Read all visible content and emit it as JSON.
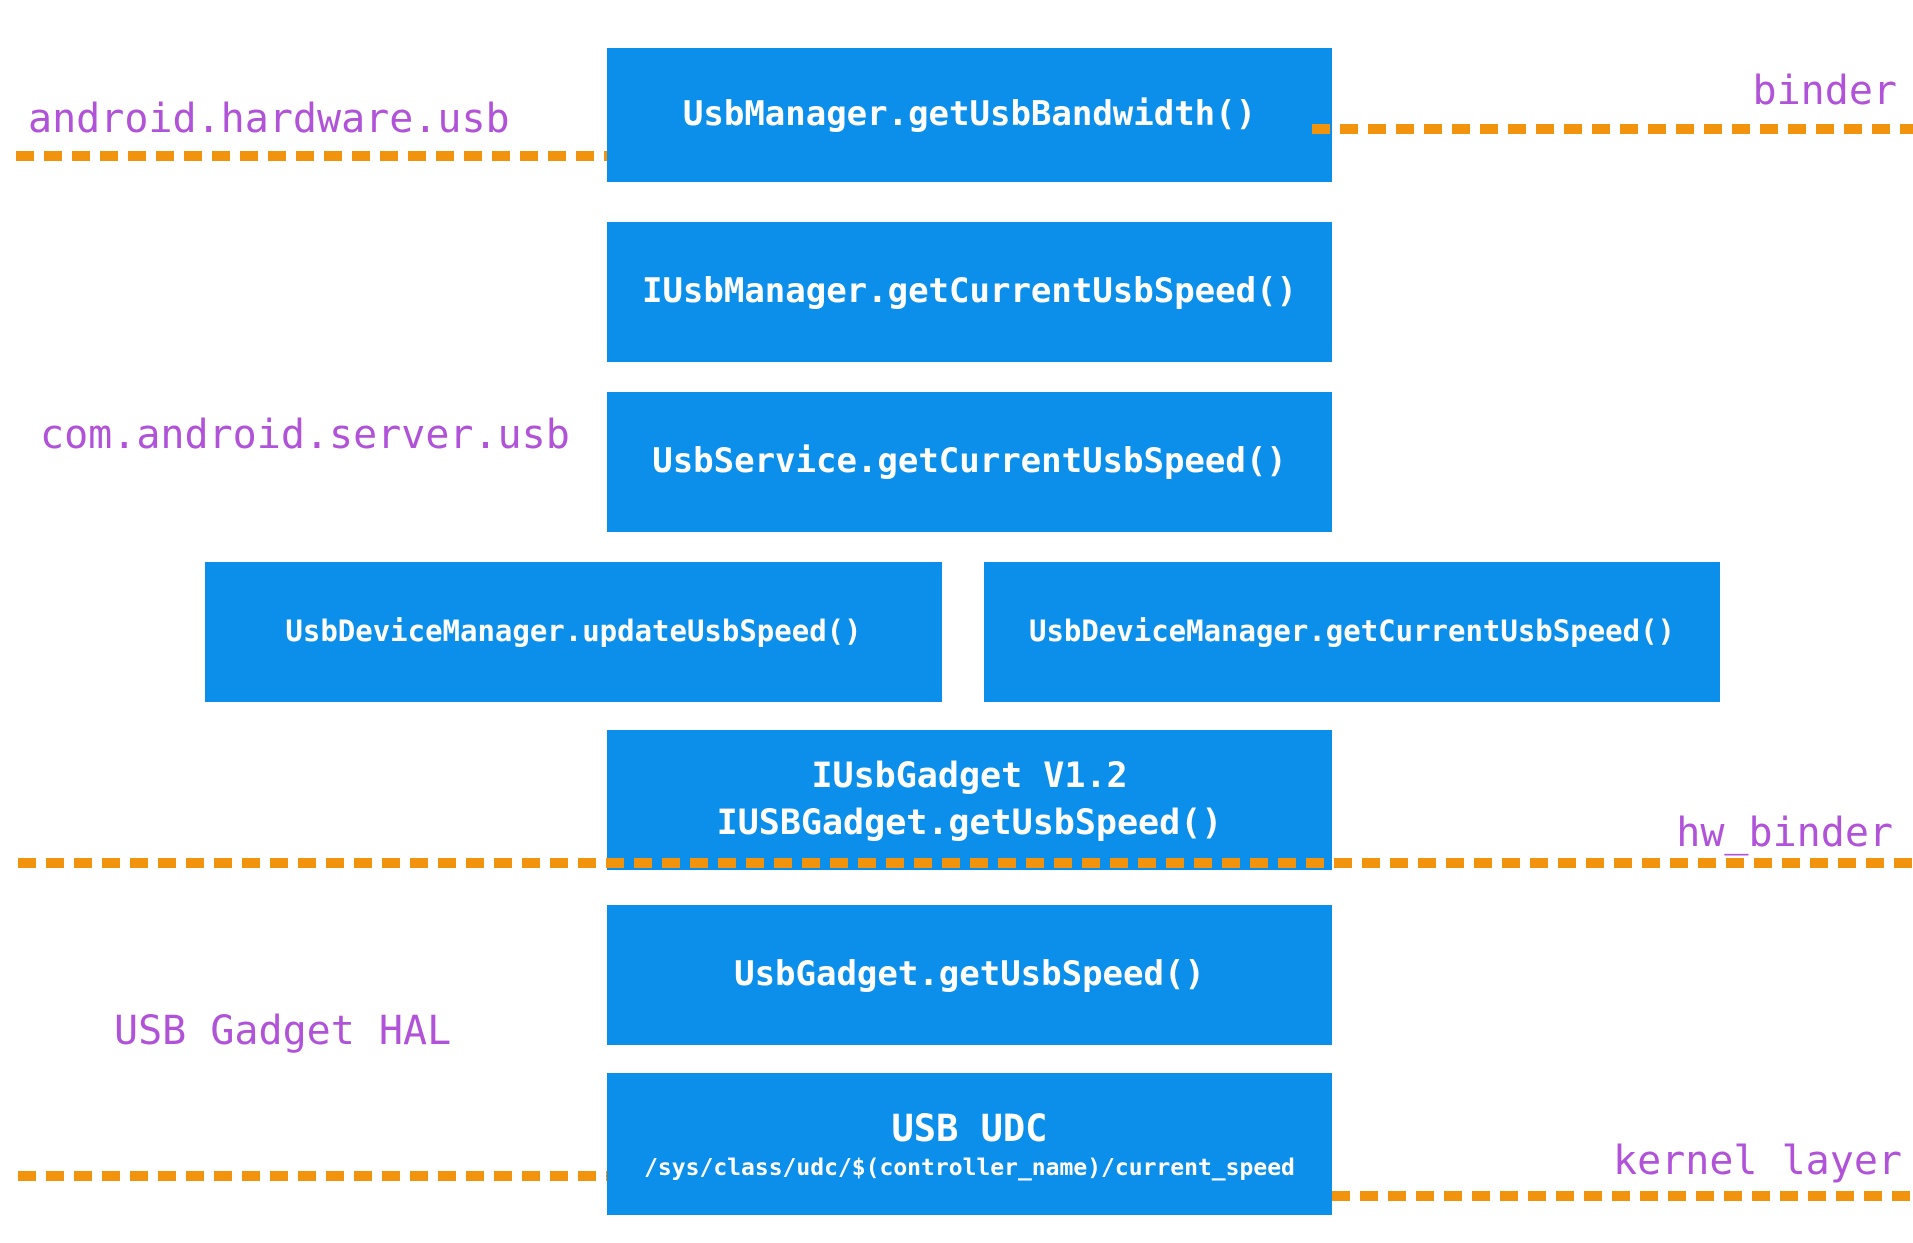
{
  "diagram": {
    "labels": {
      "package_top": "android.hardware.usb",
      "binder": "binder",
      "package_server": "com.android.server.usb",
      "hw_binder": "hw_binder",
      "gadget_hal": "USB Gadget HAL",
      "kernel_layer": "kernel layer"
    },
    "boxes": [
      {
        "id": "usb-manager-get-usb-bandwidth",
        "lines": [
          "UsbManager.getUsbBandwidth()"
        ]
      },
      {
        "id": "iusb-manager-get-current-usb-speed",
        "lines": [
          "IUsbManager.getCurrentUsbSpeed()"
        ]
      },
      {
        "id": "usb-service-get-current-usb-speed",
        "lines": [
          "UsbService.getCurrentUsbSpeed()"
        ]
      },
      {
        "id": "usb-device-manager-update-usb-speed",
        "lines": [
          "UsbDeviceManager.updateUsbSpeed()"
        ]
      },
      {
        "id": "usb-device-manager-get-current-speed",
        "lines": [
          "UsbDeviceManager.getCurrentUsbSpeed()"
        ]
      },
      {
        "id": "iusb-gadget",
        "lines": [
          "IUsbGadget V1.2",
          "IUSBGadget.getUsbSpeed()"
        ]
      },
      {
        "id": "usb-gadget-get-usb-speed",
        "lines": [
          "UsbGadget.getUsbSpeed()"
        ]
      },
      {
        "id": "usb-udc",
        "lines": [
          "USB UDC",
          "/sys/class/udc/$(controller_name)/current_speed"
        ]
      }
    ],
    "colors": {
      "box_blue": "#0B8FEA",
      "line_orange": "#F2930D",
      "label_purple": "#B153D9",
      "box_text": "#FFFFFF",
      "background": "#FFFFFF"
    }
  }
}
